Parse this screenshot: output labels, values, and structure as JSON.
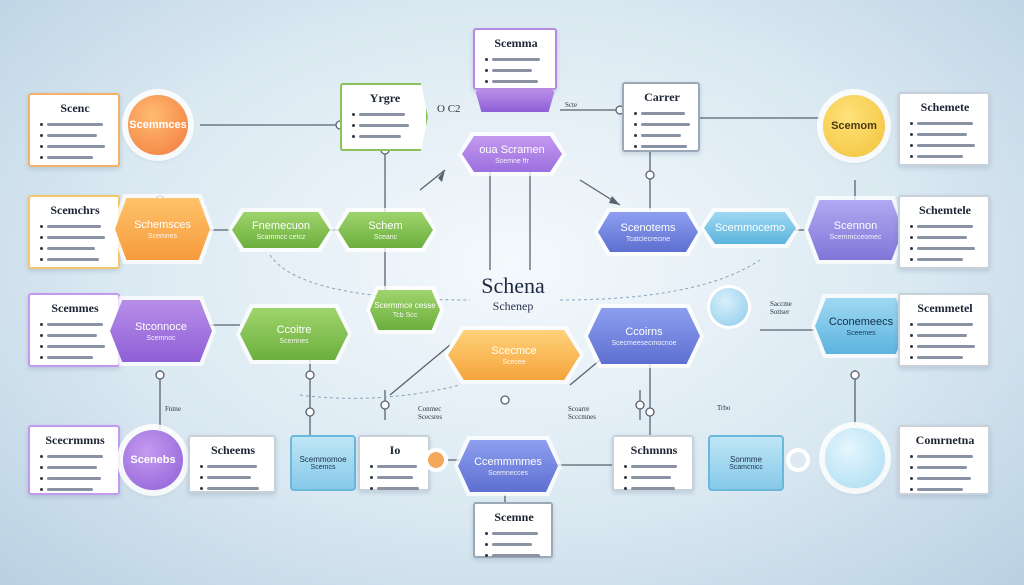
{
  "center": {
    "title": "Schena",
    "subtitle": "Schenep"
  },
  "colors": {
    "orange": "#f7a04a",
    "yellow": "#f4d24a",
    "purple": "#9b6fde",
    "blue": "#6a7fd8",
    "green": "#7cbf4a",
    "cyan": "#4fb0d8",
    "gray_line": "#5a6270"
  },
  "cards": {
    "top_center": "Scemma",
    "top_left_small": "Yrgre",
    "top_right_small": "Carrer",
    "left_1": "Scenc",
    "left_2": "Scemchrs",
    "left_3": "Scemmes",
    "left_4": "Scecrmmns",
    "right_1": "Schemete",
    "right_2": "Schemtele",
    "right_3": "Scemmetel",
    "right_4": "Comrnetna",
    "bottom_center": "Scemne",
    "bottom_left_a": "Scheems",
    "bottom_left_b": "Io",
    "bottom_right_a": "Schmnns"
  },
  "nodes": {
    "top_purple": {
      "line1": "",
      "line2": ""
    },
    "center_purple": {
      "line1": "oua Scramen",
      "line2": "Scemne ffr"
    },
    "left_orange_circle": "Scemmces",
    "right_yellow_circle": "Scemom",
    "left_bottom_circle": "Scenebs",
    "orange_hex_left": {
      "line1": "Schemsces",
      "line2": "Scemnes"
    },
    "green_hex_a": {
      "line1": "Fnemecuon",
      "line2": "Scammcc cetcz"
    },
    "green_hex_b": {
      "line1": "Schem",
      "line2": "Sceanc"
    },
    "blue_hex_a": {
      "line1": "Scenotems",
      "line2": "Tcatclecrecine"
    },
    "blue_hex_b": {
      "line1": "Scemmocemo",
      "line2": ""
    },
    "purple_hex_right": {
      "line1": "Scennon",
      "line2": "Scemmcceomec"
    },
    "purple_hex_left": {
      "line1": "Stconnoce",
      "line2": "Scemnoc"
    },
    "green_hex_c": {
      "line1": "Ccoitre",
      "line2": "Scemnes"
    },
    "green_small": {
      "line1": "Scermmce cesse",
      "line2": "Tcb Scc"
    },
    "orange_center": {
      "line1": "Scecmce",
      "line2": "Scecee"
    },
    "blue_hex_c": {
      "line1": "Ccoirns",
      "line2": "Scecmeesecmocnoe"
    },
    "cyan_hex_right": {
      "line1": "Cconemeecs",
      "line2": "Sceemes"
    },
    "blue_bottom": {
      "line1": "Ccemmmmes",
      "line2": "Scemnecces"
    },
    "cyan_bottom_left": {
      "line1": "Scemmomoe",
      "line2": "Scemcs"
    },
    "cyan_bottom_right": {
      "line1": "Sonmme",
      "line2": "Scamcnicc"
    },
    "cyan_circle_right": "",
    "blue_small_circle": ""
  },
  "tags": {
    "t1": "O C2",
    "t2": "Scte",
    "t3": "Saccme Sottser",
    "t4": "Conmec Scecsres",
    "t5": "Scoarre Scccmnes",
    "t6": "Fnme",
    "t7": "Trbo"
  }
}
